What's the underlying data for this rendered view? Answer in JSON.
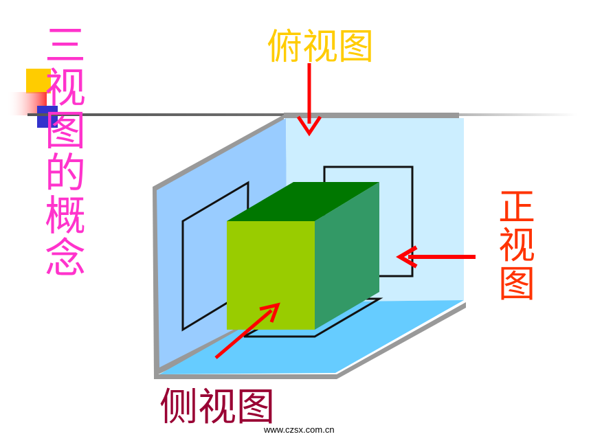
{
  "slide": {
    "title": "三视图的概念",
    "labels": {
      "top_view": "俯视图",
      "front_view": "正视图",
      "side_view": "侧视图"
    },
    "footer": "www.czsx.com.cn"
  },
  "colors": {
    "title": "#ff33cc",
    "top_view_label": "#ffcc00",
    "front_view_label": "#ff3300",
    "side_view_label": "#990033",
    "arrow": "#ff0000",
    "left_plane": "#99ccff",
    "back_plane": "#cceeff",
    "floor_plane": "#66ccff",
    "cube_front": "#99cc00",
    "cube_top": "#007700",
    "cube_side": "#339966"
  }
}
